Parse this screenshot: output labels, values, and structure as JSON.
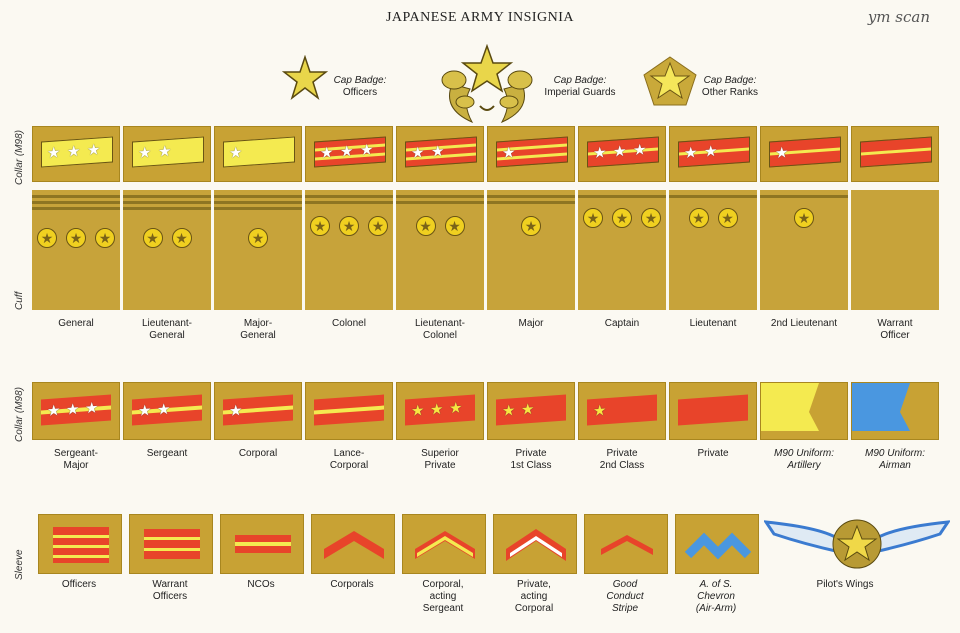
{
  "header": {
    "title": "JAPANESE ARMY INSIGNIA",
    "scan": "ym scan"
  },
  "cap_badges": [
    {
      "title": "Cap Badge:",
      "sub": "Officers"
    },
    {
      "title": "Cap Badge:",
      "sub": "Imperial Guards"
    },
    {
      "title": "Cap Badge:",
      "sub": "Other Ranks"
    }
  ],
  "row_labels": {
    "collar1": "Collar (M98)",
    "cuff": "Cuff",
    "collar2": "Collar (M98)",
    "sleeve": "Sleeve"
  },
  "officer_labels": [
    "General",
    "Lieutenant-\nGeneral",
    "Major-\nGeneral",
    "Colonel",
    "Lieutenant-\nColonel",
    "Major",
    "Captain",
    "Lieutenant",
    "2nd Lieutenant",
    "Warrant\nOfficer"
  ],
  "enlisted_labels": [
    "Sergeant-\nMajor",
    "Sergeant",
    "Corporal",
    "Lance-\nCorporal",
    "Superior\nPrivate",
    "Private\n1st Class",
    "Private\n2nd Class",
    "Private",
    "M90 Uniform:\nArtillery",
    "M90 Uniform:\nAirman"
  ],
  "sleeve_labels": [
    "Officers",
    "Warrant\nOfficers",
    "NCOs",
    "Corporals",
    "Corporal,\nacting\nSergeant",
    "Private,\nacting\nCorporal",
    "Good\nConduct\nStripe",
    "A. of S.\nChevron\n(Air-Arm)",
    "Pilot's Wings"
  ],
  "colors": {
    "khaki": "#c8a234",
    "red": "#e8442a",
    "yellow": "#f4ea50",
    "blue": "#4a97e0"
  }
}
